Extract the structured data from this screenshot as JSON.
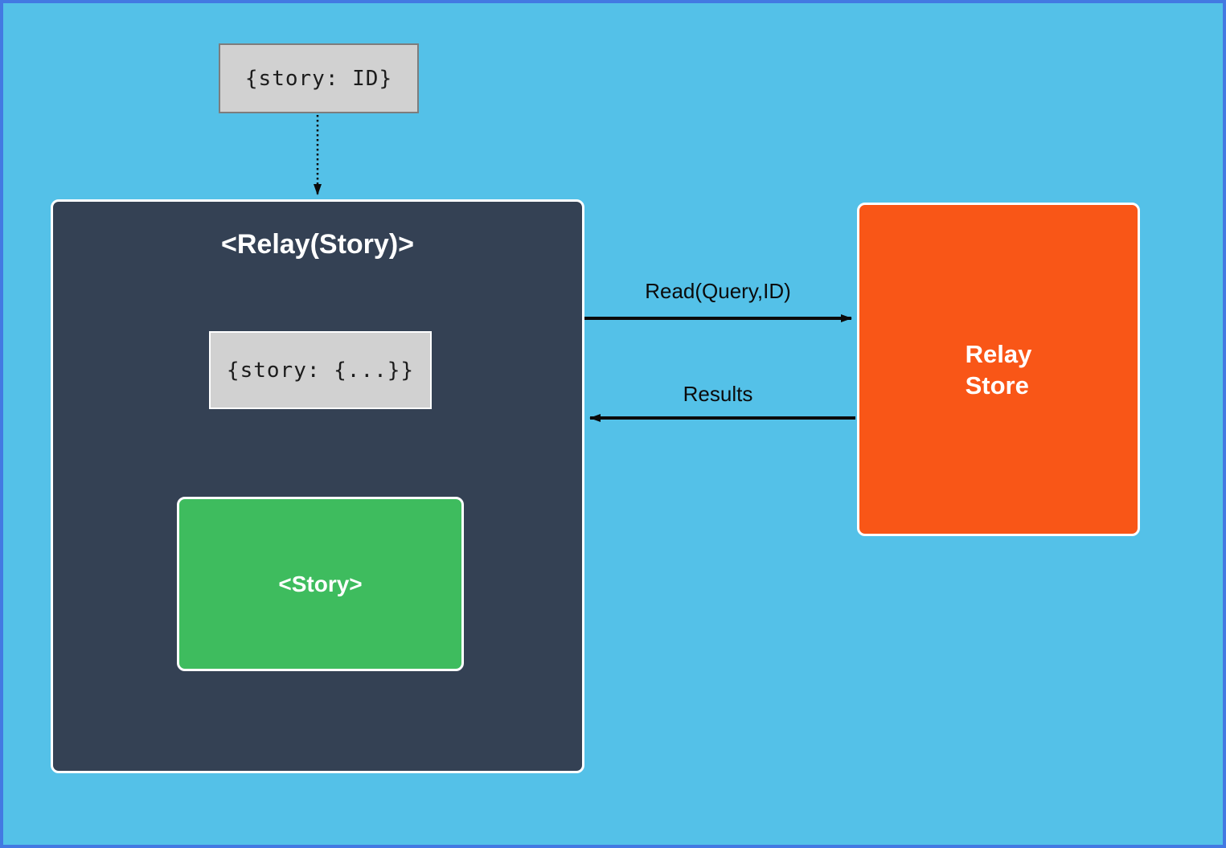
{
  "diagram": {
    "query_input": {
      "label": "{story: ID}"
    },
    "relay_container": {
      "title": "<Relay(Story)>"
    },
    "query_result": {
      "label": "{story: {...}}"
    },
    "story_component": {
      "label": "<Story>"
    },
    "relay_store": {
      "label": "Relay\nStore"
    },
    "edges": {
      "read": {
        "label": "Read(Query,ID)",
        "direction": "relay-container-to-relay-store"
      },
      "results": {
        "label": "Results",
        "direction": "relay-store-to-relay-container"
      }
    }
  },
  "colors": {
    "bg": "#54c1e8",
    "frame": "#4379e2",
    "dark": "#344154",
    "green": "#3ebc5e",
    "orange": "#f95617",
    "gray_fill": "#d1d1d1",
    "gray_border": "#7d7d7d",
    "text_dark": "#1c1c1c",
    "arrow_black": "#0b0b0b"
  }
}
